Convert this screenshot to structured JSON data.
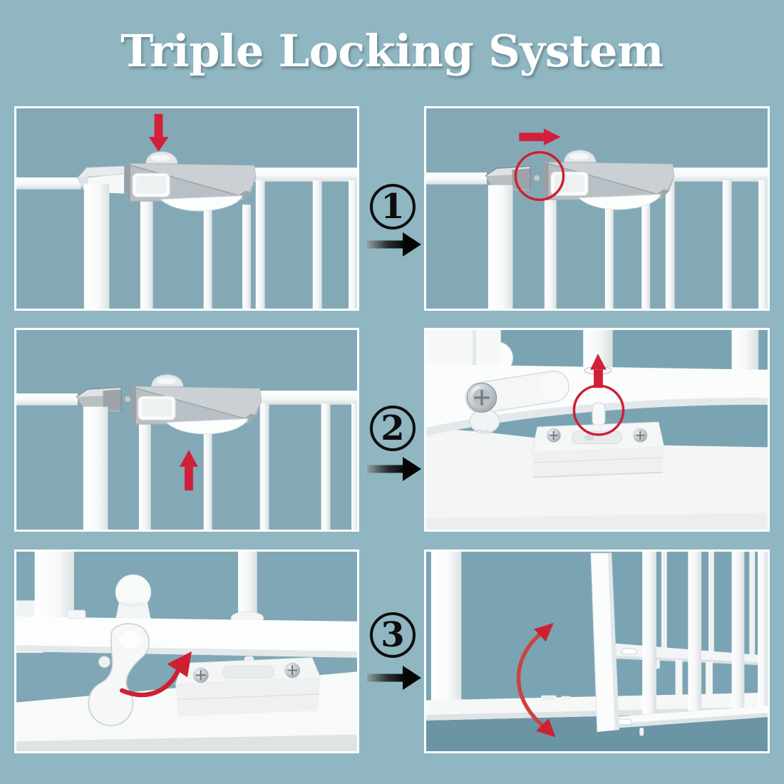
{
  "title": "Triple Locking System",
  "colors": {
    "page_background": "#8fb6c1",
    "illustration_background": "#84a9b6",
    "photo_wall_blue": "#7ba4b3",
    "accent_red": "#d2203a",
    "step_black": "#0d0d0d",
    "frame_white": "#ffffff"
  },
  "steps": [
    {
      "label": "1",
      "icon": "circled-number-1",
      "arrow_icon": "right-arrow"
    },
    {
      "label": "2",
      "icon": "circled-number-2",
      "arrow_icon": "right-arrow"
    },
    {
      "label": "3",
      "icon": "circled-number-3",
      "arrow_icon": "right-arrow"
    }
  ],
  "panels": [
    {
      "id": "step1-press-handle",
      "description": "press down the top handle button",
      "annotations": [
        "down-arrow"
      ]
    },
    {
      "id": "step1-slide-handle",
      "description": "slide the handle sideways to unlock",
      "annotations": [
        "right-arrow",
        "highlight-circle"
      ]
    },
    {
      "id": "step2-lift-handle",
      "description": "lift the handle upward",
      "annotations": [
        "up-arrow"
      ]
    },
    {
      "id": "step2-bottom-pin",
      "description": "bottom pin releases from floor latch",
      "annotations": [
        "up-arrow",
        "highlight-circle"
      ]
    },
    {
      "id": "step3-floor-lever",
      "description": "rotate the floor lock lever",
      "annotations": [
        "curved-arrow"
      ]
    },
    {
      "id": "step3-swing-open",
      "description": "gate swings open both ways",
      "annotations": [
        "double-swing-arrow"
      ]
    }
  ]
}
